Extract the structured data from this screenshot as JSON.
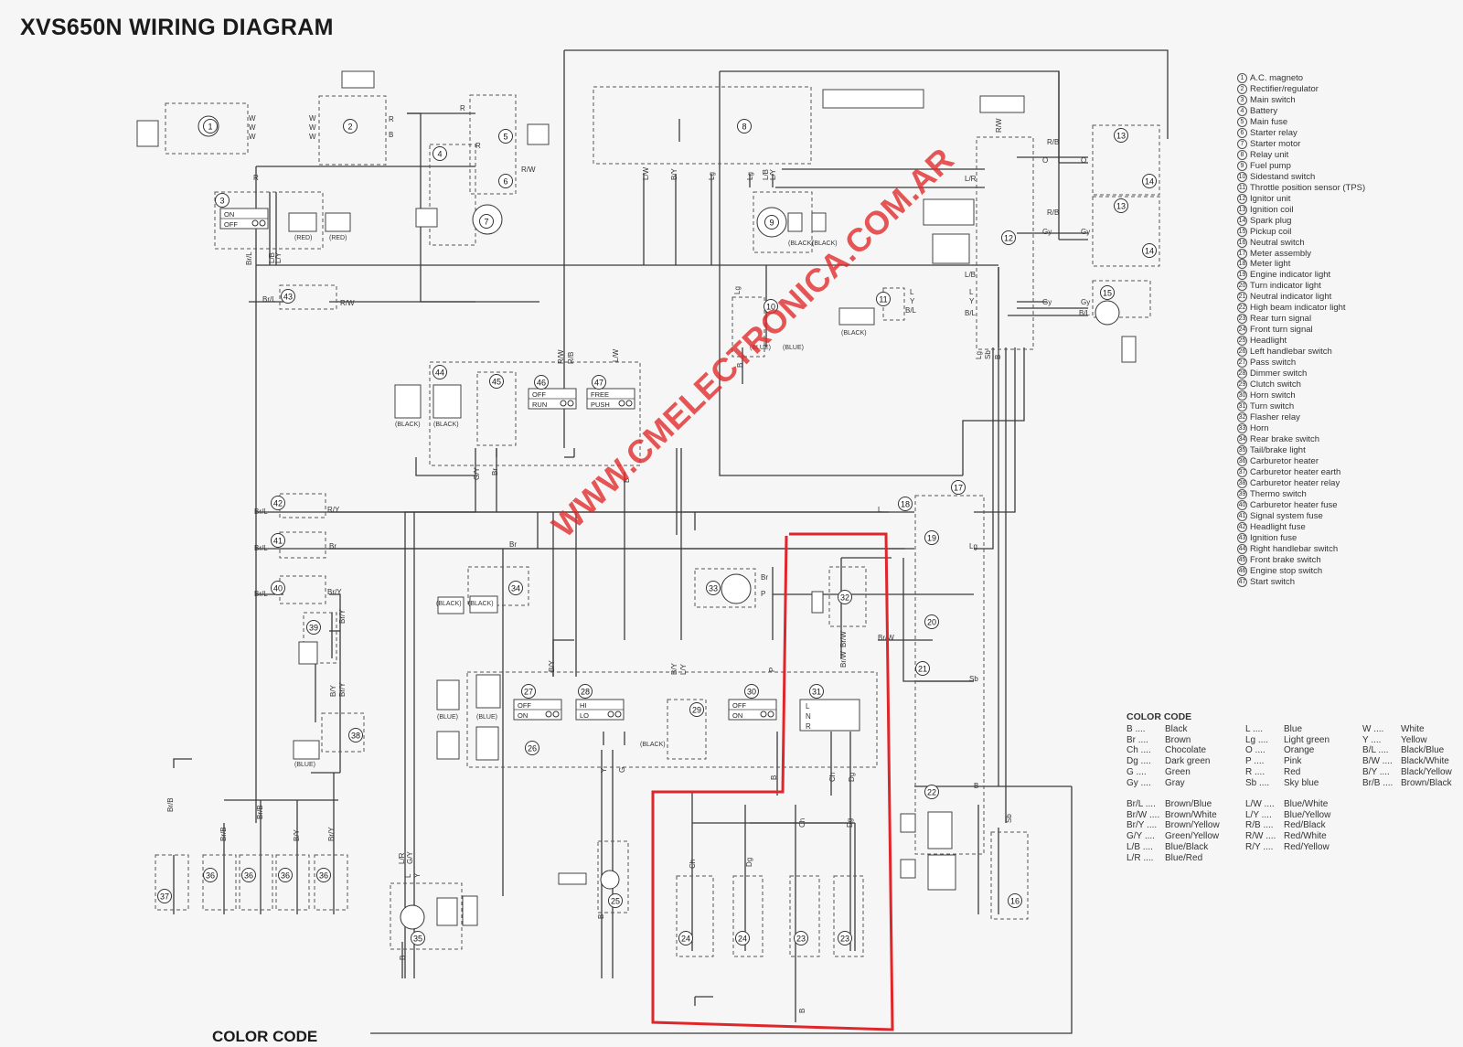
{
  "title": "XVS650N WIRING DIAGRAM",
  "footer_title": "COLOR CODE",
  "watermark": "WWW.CMELECTRONICA.COM.AR",
  "highlight_color": "#e0262b",
  "legend": [
    {
      "n": "1",
      "label": "A.C. magneto"
    },
    {
      "n": "2",
      "label": "Rectifier/regulator"
    },
    {
      "n": "3",
      "label": "Main switch"
    },
    {
      "n": "4",
      "label": "Battery"
    },
    {
      "n": "5",
      "label": "Main fuse"
    },
    {
      "n": "6",
      "label": "Starter relay"
    },
    {
      "n": "7",
      "label": "Starter motor"
    },
    {
      "n": "8",
      "label": "Relay unit"
    },
    {
      "n": "9",
      "label": "Fuel pump"
    },
    {
      "n": "10",
      "label": "Sidestand switch"
    },
    {
      "n": "11",
      "label": "Throttle position sensor (TPS)"
    },
    {
      "n": "12",
      "label": "Ignitor unit"
    },
    {
      "n": "13",
      "label": "Ignition coil"
    },
    {
      "n": "14",
      "label": "Spark plug"
    },
    {
      "n": "15",
      "label": "Pickup coil"
    },
    {
      "n": "16",
      "label": "Neutral switch"
    },
    {
      "n": "17",
      "label": "Meter assembly"
    },
    {
      "n": "18",
      "label": "Meter light"
    },
    {
      "n": "19",
      "label": "Engine indicator light"
    },
    {
      "n": "20",
      "label": "Turn indicator light"
    },
    {
      "n": "21",
      "label": "Neutral indicator light"
    },
    {
      "n": "22",
      "label": "High beam indicator light"
    },
    {
      "n": "23",
      "label": "Rear turn signal"
    },
    {
      "n": "24",
      "label": "Front turn signal"
    },
    {
      "n": "25",
      "label": "Headlight"
    },
    {
      "n": "26",
      "label": "Left handlebar switch"
    },
    {
      "n": "27",
      "label": "Pass switch"
    },
    {
      "n": "28",
      "label": "Dimmer switch"
    },
    {
      "n": "29",
      "label": "Clutch switch"
    },
    {
      "n": "30",
      "label": "Horn switch"
    },
    {
      "n": "31",
      "label": "Turn switch"
    },
    {
      "n": "32",
      "label": "Flasher relay"
    },
    {
      "n": "33",
      "label": "Horn"
    },
    {
      "n": "34",
      "label": "Rear brake switch"
    },
    {
      "n": "35",
      "label": "Tail/brake light"
    },
    {
      "n": "36",
      "label": "Carburetor heater"
    },
    {
      "n": "37",
      "label": "Carburetor heater earth"
    },
    {
      "n": "38",
      "label": "Carburetor heater relay"
    },
    {
      "n": "39",
      "label": "Thermo switch"
    },
    {
      "n": "40",
      "label": "Carburetor heater fuse"
    },
    {
      "n": "41",
      "label": "Signal system fuse"
    },
    {
      "n": "42",
      "label": "Headlight fuse"
    },
    {
      "n": "43",
      "label": "Ignition fuse"
    },
    {
      "n": "44",
      "label": "Right handlebar switch"
    },
    {
      "n": "45",
      "label": "Front brake switch"
    },
    {
      "n": "46",
      "label": "Engine stop switch"
    },
    {
      "n": "47",
      "label": "Start switch"
    }
  ],
  "color_code": {
    "title": "COLOR CODE",
    "col1": [
      {
        "code": "B",
        "name": "Black"
      },
      {
        "code": "Br",
        "name": "Brown"
      },
      {
        "code": "Ch",
        "name": "Chocolate"
      },
      {
        "code": "Dg",
        "name": "Dark green"
      },
      {
        "code": "G",
        "name": "Green"
      },
      {
        "code": "Gy",
        "name": "Gray"
      }
    ],
    "col2": [
      {
        "code": "L",
        "name": "Blue"
      },
      {
        "code": "Lg",
        "name": "Light green"
      },
      {
        "code": "O",
        "name": "Orange"
      },
      {
        "code": "P",
        "name": "Pink"
      },
      {
        "code": "R",
        "name": "Red"
      },
      {
        "code": "Sb",
        "name": "Sky blue"
      }
    ],
    "col3": [
      {
        "code": "W",
        "name": "White"
      },
      {
        "code": "Y",
        "name": "Yellow"
      },
      {
        "code": "B/L",
        "name": "Black/Blue"
      },
      {
        "code": "B/W",
        "name": "Black/White"
      },
      {
        "code": "B/Y",
        "name": "Black/Yellow"
      },
      {
        "code": "Br/B",
        "name": "Brown/Black"
      }
    ],
    "col4": [
      {
        "code": "Br/L",
        "name": "Brown/Blue"
      },
      {
        "code": "Br/W",
        "name": "Brown/White"
      },
      {
        "code": "Br/Y",
        "name": "Brown/Yellow"
      },
      {
        "code": "G/Y",
        "name": "Green/Yellow"
      },
      {
        "code": "L/B",
        "name": "Blue/Black"
      },
      {
        "code": "L/R",
        "name": "Blue/Red"
      }
    ],
    "col5": [
      {
        "code": "L/W",
        "name": "Blue/White"
      },
      {
        "code": "L/Y",
        "name": "Blue/Yellow"
      },
      {
        "code": "R/B",
        "name": "Red/Black"
      },
      {
        "code": "R/W",
        "name": "Red/White"
      },
      {
        "code": "R/Y",
        "name": "Red/Yellow"
      }
    ]
  },
  "switch_labels": {
    "main_on": "ON",
    "main_off": "OFF",
    "stop_off": "OFF",
    "stop_run": "RUN",
    "start_free": "FREE",
    "start_push": "PUSH",
    "pass_off": "OFF",
    "pass_on": "ON",
    "dim_hi": "HI",
    "dim_lo": "LO",
    "horn_off": "OFF",
    "horn_on": "ON",
    "turn_l": "L",
    "turn_n": "N",
    "turn_r": "R"
  },
  "connector_notes": {
    "red": "(RED)",
    "black": "(BLACK)",
    "blue": "(BLUE)"
  },
  "wire_labels": {
    "w": "W",
    "r": "R",
    "b": "B",
    "rw": "R/W",
    "brl": "Br/L",
    "ry": "R/Y",
    "br": "Br",
    "bry": "Br/Y",
    "by": "B/Y",
    "brw": "Br/W",
    "gy": "G/Y",
    "lr": "L/R",
    "lg": "Lg",
    "ly": "L/Y",
    "lw": "L/W",
    "rb": "R/B",
    "gray": "Gy",
    "o": "O",
    "lb": "L/B",
    "bl": "B/L",
    "y": "Y",
    "l": "L",
    "sb": "Sb",
    "p": "P",
    "ch": "Ch",
    "dg": "Dg",
    "g": "G",
    "brb": "Br/B"
  }
}
